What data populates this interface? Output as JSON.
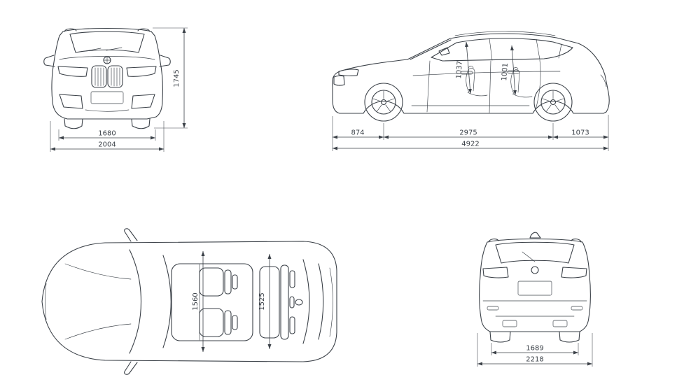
{
  "colors": {
    "line": "#3b4148",
    "background": "#ffffff"
  },
  "views": {
    "front": {
      "dims": {
        "height": "1745",
        "track": "1680",
        "width": "2004"
      }
    },
    "side": {
      "dims": {
        "headroom_front": "1037",
        "headroom_rear": "1001",
        "overhang_front": "874",
        "wheelbase": "2975",
        "overhang_rear": "1073",
        "length": "4922"
      }
    },
    "top": {
      "dims": {
        "interior_width_front": "1560",
        "interior_width_rear": "1525"
      }
    },
    "rear": {
      "dims": {
        "track_rear": "1689",
        "width_incl_mirrors": "2218"
      }
    }
  }
}
